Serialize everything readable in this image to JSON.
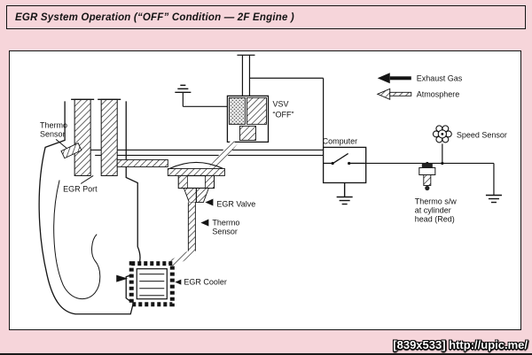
{
  "page": {
    "title": "EGR System Operation (“OFF” Condition — 2F Engine )",
    "watermark": "[839x533] http://upic.me/"
  },
  "legend": {
    "exhaust_gas": "Exhaust Gas",
    "atmosphere": "Atmosphere"
  },
  "components": {
    "thermo_sensor_head": {
      "line1": "Thermo",
      "line2": "Sensor"
    },
    "egr_port": "EGR Port",
    "vsv": {
      "line1": "VSV",
      "line2": "“OFF”"
    },
    "egr_valve": "EGR Valve",
    "thermo_sensor_valve": {
      "line1": "Thermo",
      "line2": "Sensor"
    },
    "egr_cooler": "EGR Cooler",
    "computer": "Computer",
    "speed_sensor": "Speed Sensor",
    "thermo_switch": {
      "line1": "Thermo s/w",
      "line2": "at cylinder",
      "line3": "head (Red)"
    }
  },
  "colors": {
    "background": "#f6d5da",
    "panel": "#ffffff",
    "ink": "#141414"
  }
}
